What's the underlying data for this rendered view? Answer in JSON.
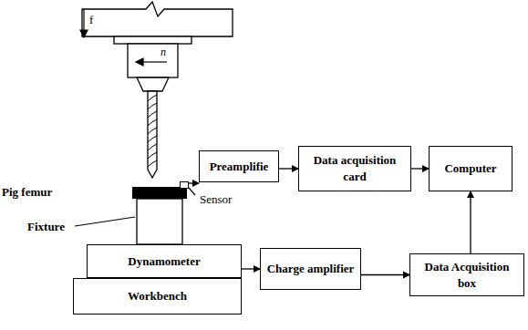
{
  "diagram": {
    "nodes": [
      {
        "text": [
          "Preamplifie"
        ]
      },
      {
        "text": [
          "Data acquisition card"
        ]
      },
      {
        "text": [
          "Computer"
        ]
      },
      {
        "text": [
          "Sensor"
        ]
      },
      {
        "text": [
          "Dynamometer"
        ]
      },
      {
        "text": [
          "Charge amplifier"
        ]
      },
      {
        "text": [
          "Data Acquisition box"
        ]
      },
      {
        "text": [
          "Workbench"
        ]
      }
    ],
    "edges": [
      {
        "from": 3,
        "to": 0,
        "arrow": "to"
      },
      {
        "from": 0,
        "to": 1,
        "arrow": "to"
      },
      {
        "from": 1,
        "to": 2,
        "arrow": "to"
      },
      {
        "from": 4,
        "to": 5,
        "arrow": "to"
      },
      {
        "from": 5,
        "to": 6,
        "arrow": "to"
      },
      {
        "from": 6,
        "to": 2,
        "arrow": "to"
      }
    ],
    "labels": [
      "f",
      "n",
      "Pig femur",
      "Fixture"
    ]
  }
}
